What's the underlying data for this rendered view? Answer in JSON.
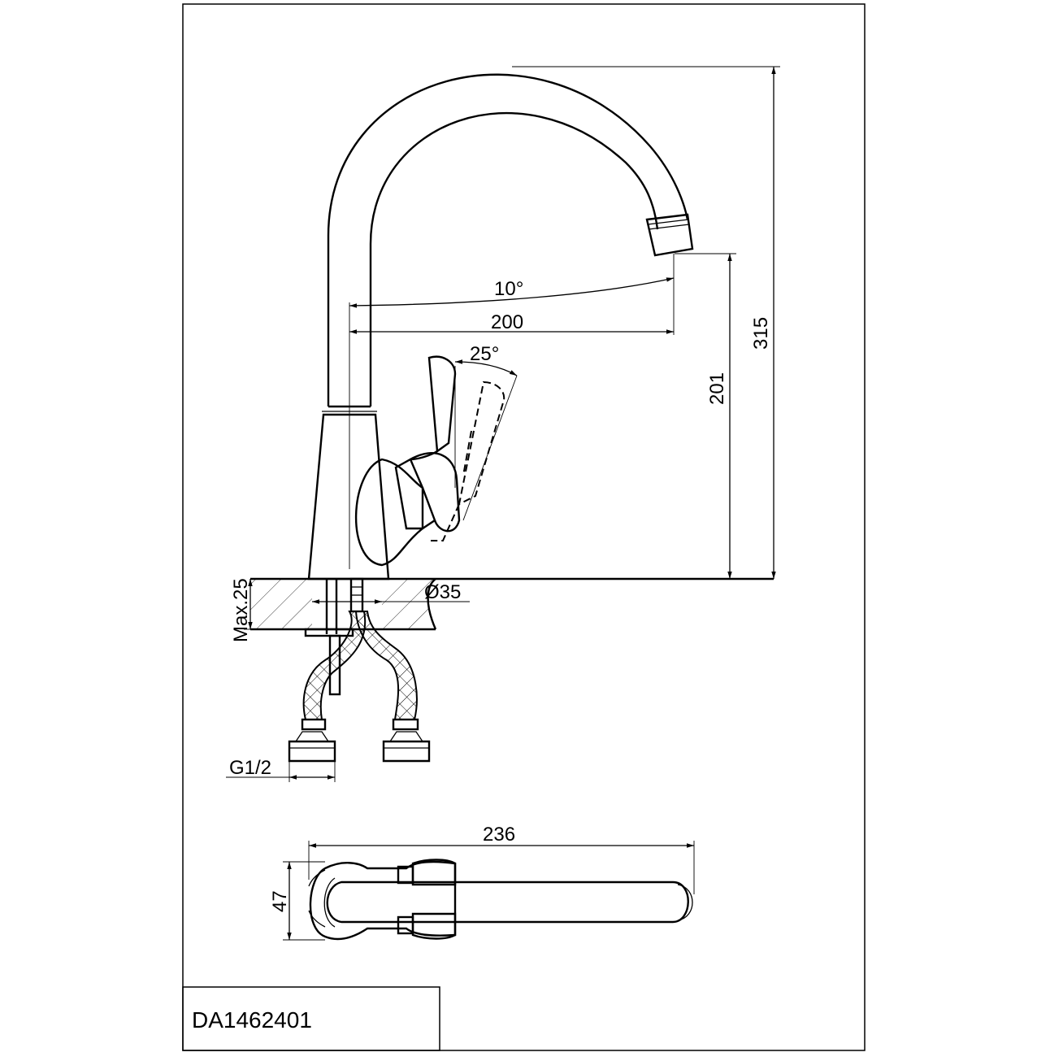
{
  "drawing": {
    "product_code": "DA1462401",
    "dimensions": {
      "spout_angle": "10°",
      "spout_reach": "200",
      "lever_angle": "25°",
      "spout_height": "201",
      "total_height": "315",
      "max_counter_thickness": "Max.25",
      "hole_diameter": "Ø35",
      "connection_thread": "G1/2",
      "plan_length": "236",
      "plan_width": "47"
    }
  }
}
